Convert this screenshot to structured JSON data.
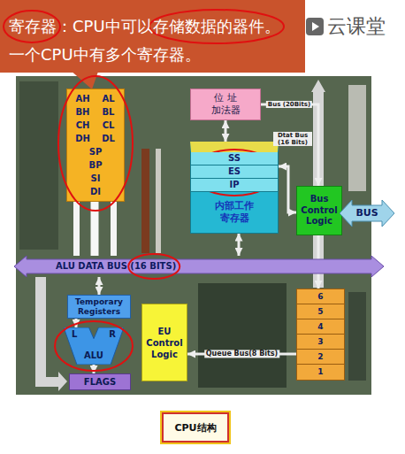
{
  "diagram": {
    "caption": "CPU结构",
    "nodes": [
      {
        "text": [
          "寄存器：CPU中可以存储数据的器件。 一个CPU中有多个寄存器。"
        ]
      },
      {
        "text": [
          "AH",
          "AL",
          "BH",
          "BL",
          "CH",
          "CL",
          "DH",
          "DL",
          "SP",
          "BP",
          "SI",
          "DI"
        ]
      },
      {
        "text": [
          "位 址 加法器"
        ]
      },
      {
        "text": [
          "SS",
          "ES",
          "IP",
          "内部工作 寄存器"
        ]
      },
      {
        "text": [
          "Bus Control Logic"
        ]
      },
      {
        "text": [
          "BUS"
        ]
      },
      {
        "text": [
          "ALU DATA BUS (16 BITS)"
        ]
      },
      {
        "text": [
          "Temporary Registers"
        ]
      },
      {
        "text": [
          "EU Control Logic"
        ]
      },
      {
        "text": [
          "6",
          "5",
          "4",
          "3",
          "2",
          "1"
        ]
      },
      {
        "text": [
          "L",
          "R",
          "ALU"
        ]
      },
      {
        "text": [
          "FLAGS"
        ]
      }
    ],
    "edges": [
      {
        "from": 2,
        "to": 3,
        "arrow": "both"
      },
      {
        "from": 2,
        "to": 4,
        "arrow": "to",
        "label": "Bus (20Bits)"
      },
      {
        "from": 3,
        "to": 4,
        "arrow": "both",
        "label": "Dtat Bus (16 Bits)"
      },
      {
        "from": 1,
        "to": 6,
        "arrow": "none"
      },
      {
        "from": 3,
        "to": 6,
        "arrow": "both"
      },
      {
        "from": 6,
        "to": 7,
        "arrow": "both"
      },
      {
        "from": 7,
        "to": 10,
        "arrow": "to"
      },
      {
        "from": 10,
        "to": 11,
        "arrow": "to"
      },
      {
        "from": 4,
        "to": 9,
        "arrow": "to"
      },
      {
        "from": 9,
        "to": 8,
        "arrow": "to",
        "label": "Queue Bus(8 Bits)"
      }
    ],
    "labels": [
      "云课堂"
    ]
  }
}
